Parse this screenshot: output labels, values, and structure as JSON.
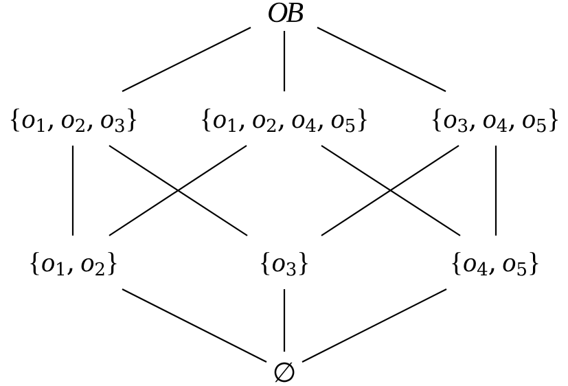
{
  "diagram": {
    "top": "OB",
    "bottom": "∅",
    "row1": [
      {
        "elements": [
          [
            "o",
            "1"
          ],
          [
            "o",
            "2"
          ],
          [
            "o",
            "3"
          ]
        ]
      },
      {
        "elements": [
          [
            "o",
            "1"
          ],
          [
            "o",
            "2"
          ],
          [
            "o",
            "4"
          ],
          [
            "o",
            "5"
          ]
        ]
      },
      {
        "elements": [
          [
            "o",
            "3"
          ],
          [
            "o",
            "4"
          ],
          [
            "o",
            "5"
          ]
        ]
      }
    ],
    "row2": [
      {
        "elements": [
          [
            "o",
            "1"
          ],
          [
            "o",
            "2"
          ]
        ]
      },
      {
        "elements": [
          [
            "o",
            "3"
          ]
        ]
      },
      {
        "elements": [
          [
            "o",
            "4"
          ],
          [
            "o",
            "5"
          ]
        ]
      }
    ],
    "edges": [
      [
        "top",
        "r1-0"
      ],
      [
        "top",
        "r1-1"
      ],
      [
        "top",
        "r1-2"
      ],
      [
        "r1-0",
        "r2-0"
      ],
      [
        "r1-0",
        "r2-1"
      ],
      [
        "r1-1",
        "r2-0"
      ],
      [
        "r1-1",
        "r2-2"
      ],
      [
        "r1-2",
        "r2-1"
      ],
      [
        "r1-2",
        "r2-2"
      ],
      [
        "r2-0",
        "bottom"
      ],
      [
        "r2-1",
        "bottom"
      ],
      [
        "r2-2",
        "bottom"
      ]
    ]
  }
}
